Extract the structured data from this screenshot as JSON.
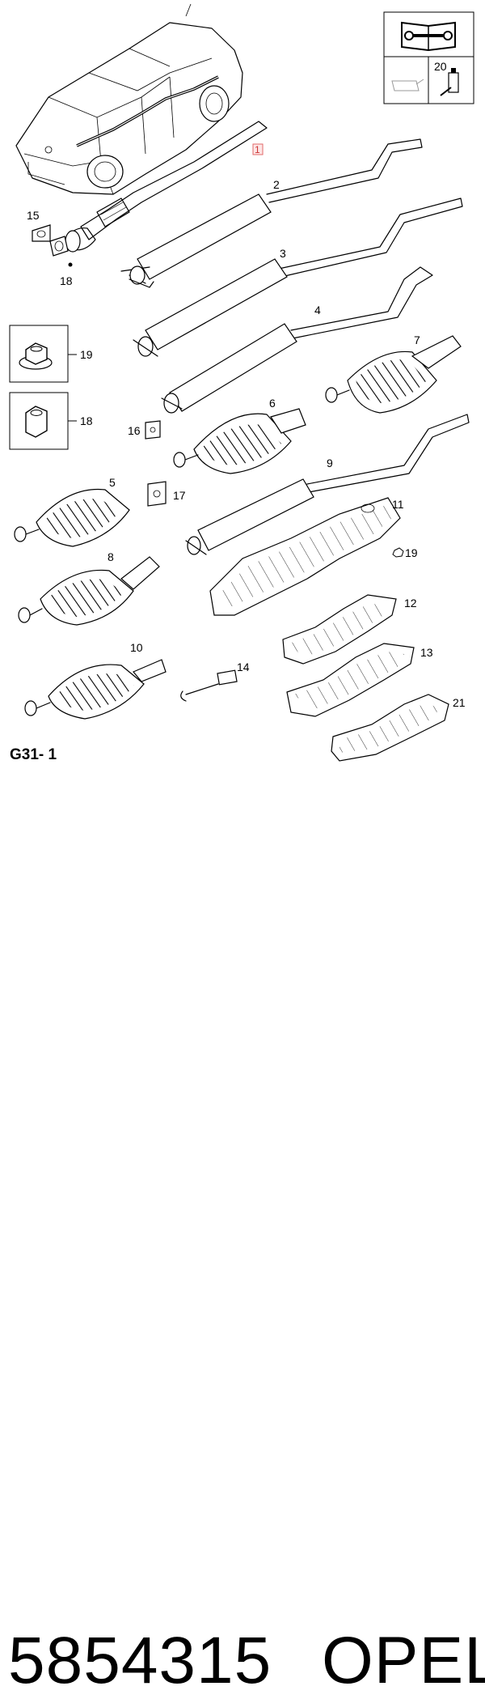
{
  "diagram_code": "G31- 1",
  "part_number": "5854315",
  "brand": "OPEL",
  "highlighted_callout": "1",
  "callouts": {
    "c1": "1",
    "c2": "2",
    "c3": "3",
    "c4": "4",
    "c5": "5",
    "c6": "6",
    "c7": "7",
    "c8": "8",
    "c9": "9",
    "c10": "10",
    "c11": "11",
    "c12": "12",
    "c13": "13",
    "c14": "14",
    "c15": "15",
    "c16": "16",
    "c17": "17",
    "c18a": "18",
    "c18b": "18",
    "c19a": "19",
    "c19b": "19",
    "c20": "20",
    "c21": "21"
  },
  "icons": {
    "manual": "manual-wrench-icon",
    "sealant": "sealant-tube-icon",
    "oil_can": "oil-can-icon"
  },
  "colors": {
    "highlight_fill": "#fde6e6",
    "highlight_stroke": "#e26a6a",
    "line": "#000000"
  }
}
